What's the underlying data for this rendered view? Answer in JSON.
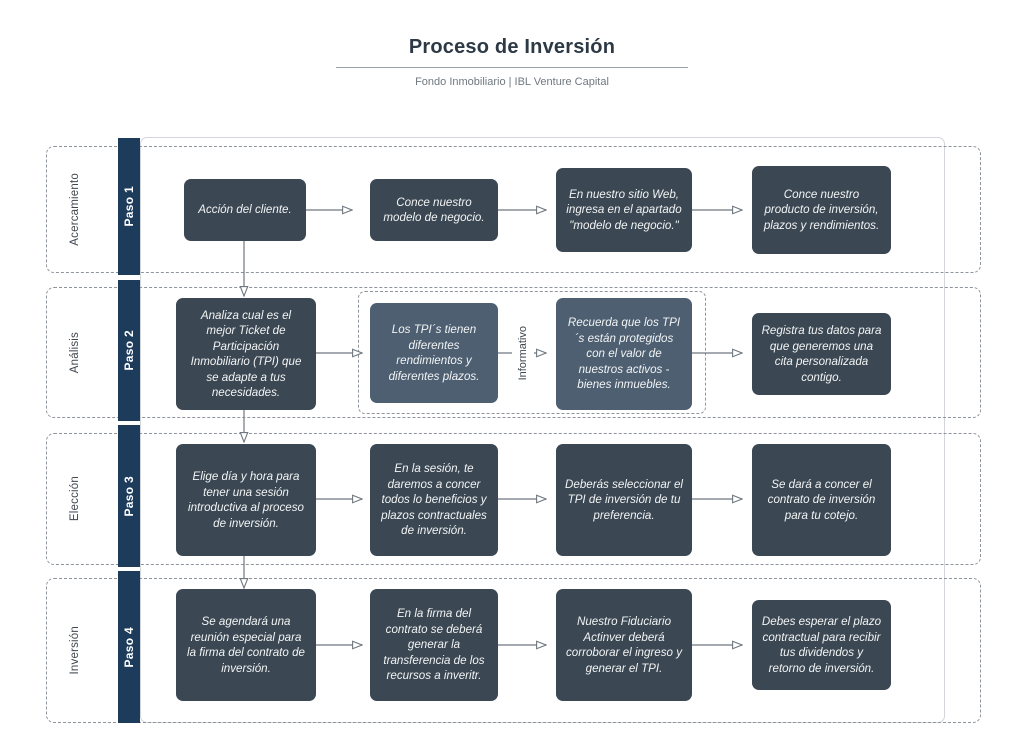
{
  "header": {
    "title": "Proceso de Inversión",
    "subtitle": "Fondo Inmobiliario  |  IBL Venture Capital"
  },
  "colors": {
    "paso_bar": "#1d3c5c",
    "node_fill": "#3b4752",
    "node_fill_alt": "#4d5f71",
    "node_text": "#f2f4f5",
    "lane_border": "#8d949b",
    "connector": "#6f7880",
    "container_border": "#d2d6da"
  },
  "info_group": {
    "label": "Informativo"
  },
  "lanes": [
    {
      "name": "Acercamiento",
      "step": "Paso 1",
      "nodes": [
        {
          "id": "n1-1",
          "text": "Acción del cliente.",
          "variant": "default"
        },
        {
          "id": "n1-2",
          "text": "Conce nuestro modelo de negocio.",
          "variant": "default"
        },
        {
          "id": "n1-3",
          "text": "En nuestro sitio Web, ingresa en el apartado \"modelo de negocio.\"",
          "variant": "default"
        },
        {
          "id": "n1-4",
          "text": "Conce nuestro producto de inversión, plazos y rendimientos.",
          "variant": "default"
        }
      ]
    },
    {
      "name": "Análisis",
      "step": "Paso 2",
      "nodes": [
        {
          "id": "n2-1",
          "text": "Analiza cual es el mejor Ticket de Participación Inmobiliario (TPI) que se adapte a tus necesidades.",
          "variant": "default"
        },
        {
          "id": "n2-2",
          "text": "Los TPI´s tienen diferentes rendimientos y diferentes plazos.",
          "variant": "alt"
        },
        {
          "id": "n2-3",
          "text": "Recuerda que los TPI´s están protegidos con el valor de nuestros activos - bienes inmuebles.",
          "variant": "alt"
        },
        {
          "id": "n2-4",
          "text": "Registra tus datos para que generemos una cita personalizada contigo.",
          "variant": "default"
        }
      ]
    },
    {
      "name": "Elección",
      "step": "Paso 3",
      "nodes": [
        {
          "id": "n3-1",
          "text": "Elige día y hora para tener una sesión introductiva al proceso de inversión.",
          "variant": "default"
        },
        {
          "id": "n3-2",
          "text": "En la sesión, te daremos a concer todos lo beneficios y plazos contractuales de inversión.",
          "variant": "default"
        },
        {
          "id": "n3-3",
          "text": "Deberás seleccionar el TPI de inversión de tu preferencia.",
          "variant": "default"
        },
        {
          "id": "n3-4",
          "text": "Se dará a concer el contrato de inversión para tu cotejo.",
          "variant": "default"
        }
      ]
    },
    {
      "name": "Inversión",
      "step": "Paso 4",
      "nodes": [
        {
          "id": "n4-1",
          "text": "Se agendará una reunión especial para la firma del contrato de inversión.",
          "variant": "default"
        },
        {
          "id": "n4-2",
          "text": "En la firma del contrato se deberá generar la transferencia de los recursos a inveritr.",
          "variant": "default"
        },
        {
          "id": "n4-3",
          "text": "Nuestro Fiduciario Actinver deberá corroborar el ingreso y generar el TPI.",
          "variant": "default"
        },
        {
          "id": "n4-4",
          "text": "Debes esperar el plazo contractual para recibir tus dividendos y retorno de inversión.",
          "variant": "default"
        }
      ]
    }
  ]
}
